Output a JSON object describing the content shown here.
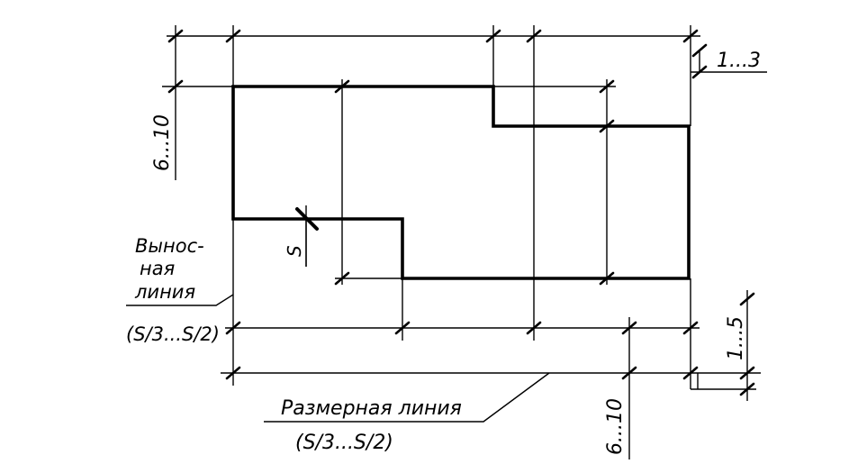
{
  "labels": {
    "range_1_3": "1...3",
    "range_6_10_left": "6...10",
    "range_1_5": "1...5",
    "range_6_10_bottom": "6...10",
    "s": "S",
    "extension_line_1": "Вынос-",
    "extension_line_2": "ная",
    "extension_line_3": "линия",
    "extension_line_thickness": "(S/3...S/2)",
    "dimension_line": "Размерная линия",
    "dimension_line_thickness": "(S/3...S/2)"
  }
}
